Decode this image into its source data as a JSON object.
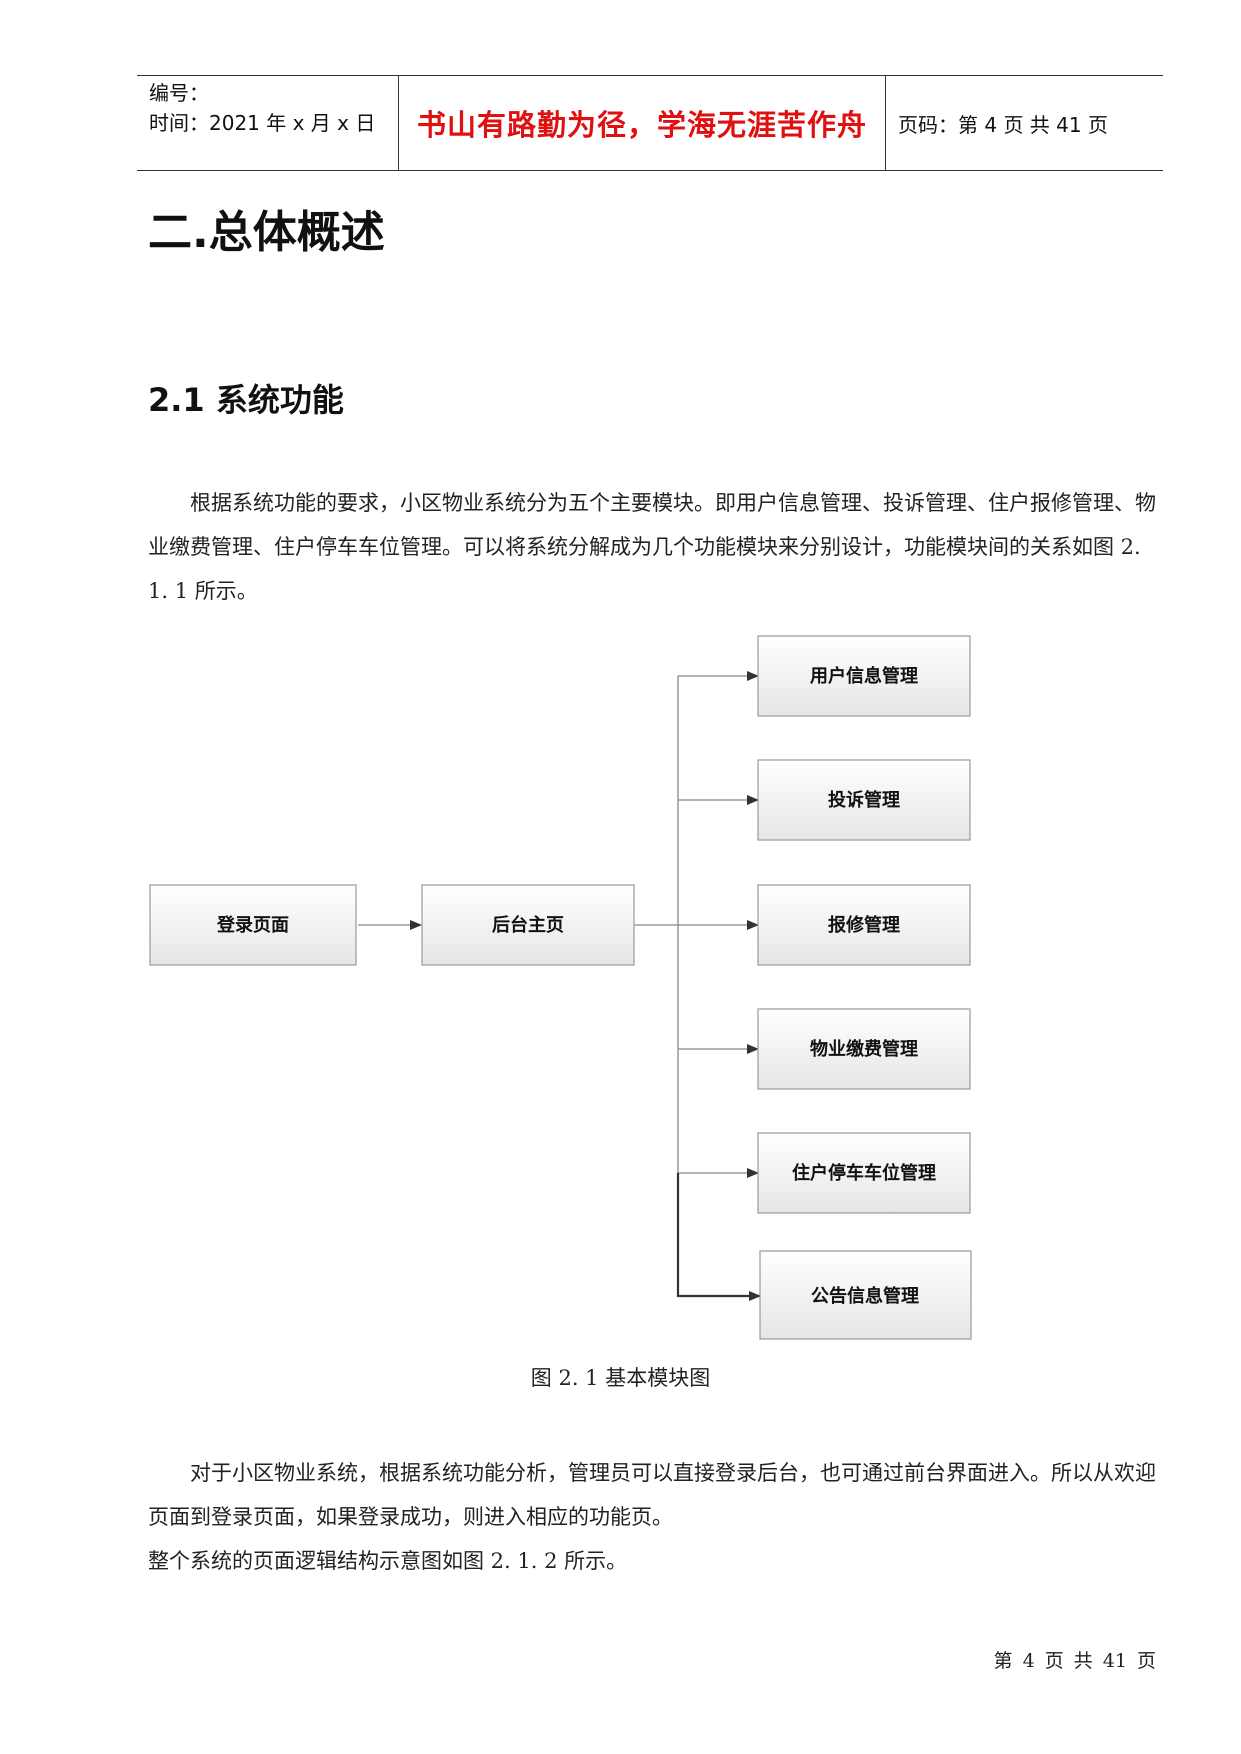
{
  "header": {
    "number_label": "编号：",
    "time_label": "时间：2021 年 x 月 x 日",
    "motto": "书山有路勤为径，学海无涯苦作舟",
    "page_label": "页码：第 4 页  共 41 页"
  },
  "section_title": "二.总体概述",
  "subsection_title": "2.1 系统功能",
  "paragraph1": "根据系统功能的要求，小区物业系统分为五个主要模块。即用户信息管理、投诉管理、住户报修管理、物业缴费管理、住户停车车位管理。可以将系统分解成为几个功能模块来分别设计，功能模块间的关系如图 2. 1. 1 所示。",
  "diagram": {
    "login": "登录页面",
    "home": "后台主页",
    "modules": [
      "用户信息管理",
      "投诉管理",
      "报修管理",
      "物业缴费管理",
      "住户停车车位管理",
      "公告信息管理"
    ]
  },
  "figure_caption": "图 2. 1 基本模块图",
  "paragraph2": "对于小区物业系统，根据系统功能分析，管理员可以直接登录后台，也可通过前台界面进入。所以从欢迎页面到登录页面，如果登录成功，则进入相应的功能页。",
  "paragraph3": "整个系统的页面逻辑结构示意图如图 2. 1. 2 所示。",
  "footer": "第 4 页 共 41 页"
}
